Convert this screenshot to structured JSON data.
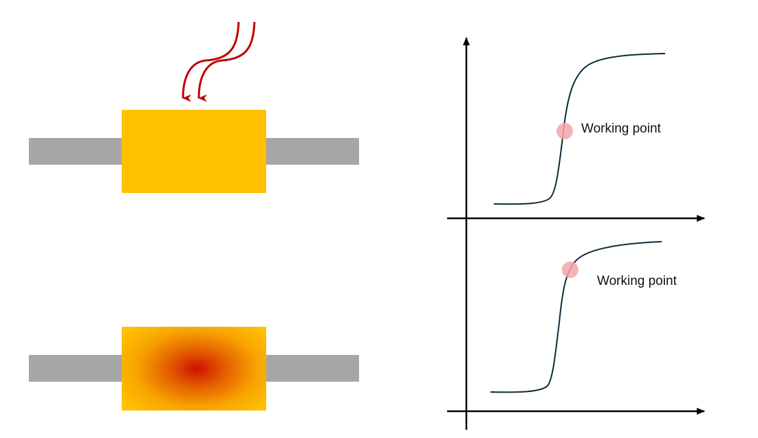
{
  "diagram": {
    "panels": [
      {
        "id": "top",
        "block_state": "uniform",
        "heat_input": true,
        "working_point_label": "Working point"
      },
      {
        "id": "bottom",
        "block_state": "hot-spot",
        "heat_input": false,
        "working_point_label": "Working point"
      }
    ],
    "colors": {
      "rod": "#a6a6a6",
      "block": "#ffc000",
      "hot_spot": "#cc1100",
      "heat_arrow": "#c00000",
      "curve": "#0d2a38",
      "axis": "#000000",
      "working_point": "#f4a6a8"
    }
  }
}
